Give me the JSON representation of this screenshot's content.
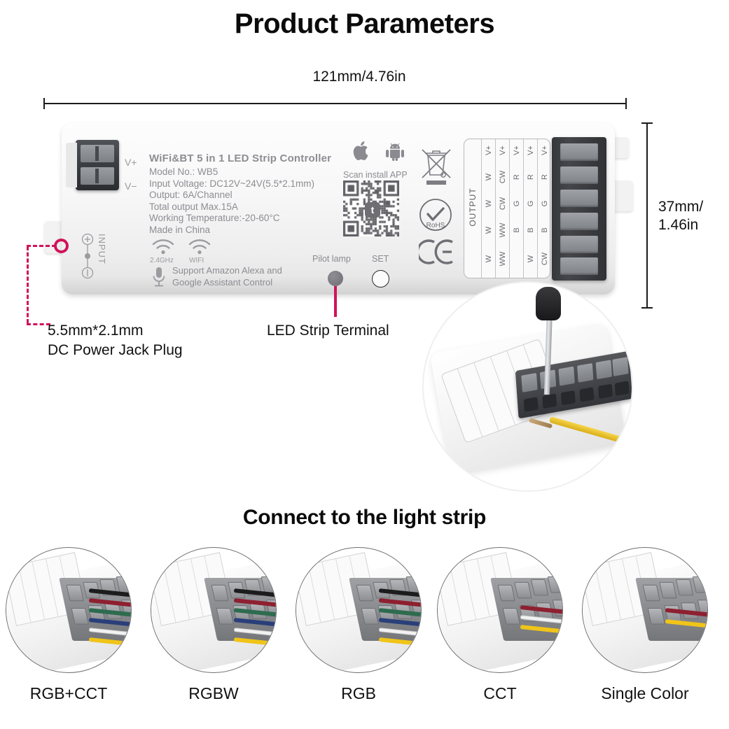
{
  "headings": {
    "title": "Product Parameters",
    "connect_title": "Connect to the light strip"
  },
  "dimensions": {
    "width_label": "121mm/4.76in",
    "height_label_line1": "37mm/",
    "height_label_line2": "1.46in"
  },
  "device": {
    "product_name": "WiFi&BT  5 in 1  LED Strip Controller",
    "specs": [
      "Model No.: WB5",
      "Input Voltage: DC12V~24V(5.5*2.1mm)",
      "Output: 6A/Channel",
      "Total output Max.15A",
      "Working Temperature:-20-60°C",
      "Made in China"
    ],
    "input_terminal": {
      "v_plus": "V+",
      "v_minus": "V−",
      "input_label": "INPUT"
    },
    "wireless": {
      "band_label": "2.4GHz",
      "wifi_label": "WIFI"
    },
    "voice": {
      "line1": "Support Amazon Alexa and",
      "line2": "Google Assistant Control"
    },
    "app": {
      "scan_text": "Scan install APP",
      "qr_badge_glyph": "t"
    },
    "certifications": {
      "rohs": "RoHS",
      "ce": "CE",
      "weee": "weee-bin-icon"
    },
    "controls": {
      "pilot_lamp_label": "Pilot lamp",
      "set_label": "SET"
    },
    "output_grid": {
      "header": "OUTPUT",
      "columns": [
        [
          "V+",
          "W",
          "W",
          "W",
          "W"
        ],
        [
          "V+",
          "CW",
          "CW",
          "WW",
          "WW"
        ],
        [
          "V+",
          "R",
          "G",
          "B",
          ""
        ],
        [
          "V+",
          "R",
          "G",
          "B",
          "W"
        ],
        [
          "V+",
          "R",
          "G",
          "B",
          "CW"
        ]
      ]
    }
  },
  "annotations": {
    "jack_line1": "5.5mm*2.1mm",
    "jack_line2": "DC Power Jack Plug",
    "terminal_label": "LED Strip Terminal",
    "accent_color": "#d1135a"
  },
  "connection_modes": [
    {
      "label": "RGB+CCT",
      "wire_colors": [
        "#1c1c1c",
        "#8e2030",
        "#2e6b4f",
        "#2a3f7a",
        "#f2f2f2",
        "#f0c419"
      ]
    },
    {
      "label": "RGBW",
      "wire_colors": [
        "#1c1c1c",
        "#8e2030",
        "#2e6b4f",
        "#2a3f7a",
        "#f2f2f2",
        "#f0c419"
      ]
    },
    {
      "label": "RGB",
      "wire_colors": [
        "#1c1c1c",
        "#8e2030",
        "#2e6b4f",
        "#2a3f7a",
        "#f2f2f2",
        "#f0c419"
      ]
    },
    {
      "label": "CCT",
      "wire_colors": [
        "#8e2030",
        "#f2f2f2",
        "#f0c419"
      ]
    },
    {
      "label": "Single Color",
      "wire_colors": [
        "#8e2030",
        "#f0c419"
      ]
    }
  ]
}
